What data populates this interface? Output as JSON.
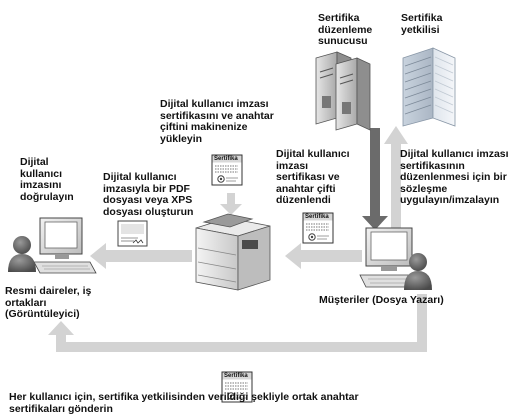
{
  "labels": {
    "server": "Sertifika\ndüzenleme\nsunucusu",
    "authority": "Sertifika\nyetkilisi",
    "install": "Dijital kullanıcı imzası\nsertifikasını ve anahtar\nçiftini makinenize\nyükleyin",
    "issued": "Dijital kullanıcı\nimzası\nsertifikası ve\nanahtar çifti\ndüzenlendi",
    "apply": "Dijital kullanıcı imzası\nsertifikasının\ndüzenlenmesi için bir\nsözleşme\nuygulayın/imzalayın",
    "verify": "Dijital\nkullanıcı\nimzasını\ndoğrulayın",
    "create_pdf": "Dijital kullanıcı\nimzasıyla bir PDF\ndosyası veya XPS\ndosyası oluşturun",
    "viewer": "Resmi daireler, iş\nortakları\n(Görüntüleyici)",
    "customer": "Müşteriler (Dosya Yazarı)",
    "footer": "Her kullanıcı için, sertifika yetkilisinden verildiği şekliyle ortak anahtar\nsertifikaları gönderin"
  },
  "certificate_card": {
    "title": "Sertifika"
  },
  "colors": {
    "arrow_light": "#d3d3d3",
    "arrow_dark": "#6b6b6b",
    "card_border": "#333333",
    "card_header": "#d8d8d8"
  },
  "icons": [
    "server-icon",
    "building-icon",
    "printer-icon",
    "computer-icon",
    "person-icon",
    "certificate-icon",
    "document-icon"
  ]
}
